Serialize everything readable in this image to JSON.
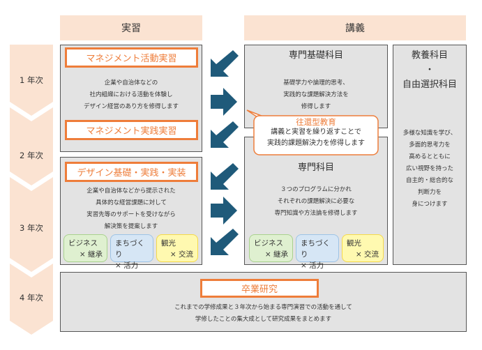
{
  "headers": {
    "practice": "実習",
    "lecture": "講義"
  },
  "years": [
    "1 年次",
    "2 年次",
    "3 年次",
    "4 年次"
  ],
  "practice": {
    "mgmt_activity": {
      "title": "マネジメント活動実習",
      "desc": [
        "企業や自治体などの",
        "社内組織における活動を体験し",
        "デザイン経営のあり方を修得します"
      ]
    },
    "mgmt_practice": {
      "title": "マネジメント実践実習"
    },
    "design": {
      "title": "デザイン基礎・実践・実装",
      "desc": [
        "企業や自治体などから提示された",
        "具体的な経営課題に対して",
        "実習先等のサポートを受けながら",
        "解決策を提案します"
      ]
    },
    "tags": [
      {
        "line1": "ビジネス",
        "line2": "× 継承"
      },
      {
        "line1": "まちづくり",
        "line2": "× 活力"
      },
      {
        "line1": "観光",
        "line2": "× 交流"
      }
    ]
  },
  "lecture": {
    "basic": {
      "title": "専門基礎科目",
      "desc": [
        "基礎学力や論理的思考、",
        "実践的な課題解決方法を",
        "修得します"
      ]
    },
    "callout": {
      "title": "往還型教育",
      "lines": [
        "講義と実習を繰り返すことで",
        "実践的課題解決力を修得します"
      ]
    },
    "specialized": {
      "title": "専門科目",
      "desc": [
        "３つのプログラムに分かれ",
        "それぞれの課題解決に必要な",
        "専門知識や方法論を修得します"
      ]
    },
    "tags": [
      {
        "line1": "ビジネス",
        "line2": "× 継承"
      },
      {
        "line1": "まちづくり",
        "line2": "× 活力"
      },
      {
        "line1": "観光",
        "line2": "× 交流"
      }
    ],
    "liberal": {
      "title1": "教養科目",
      "dot": "・",
      "title2": "自由選択科目",
      "desc": [
        "多様な知識を学び、",
        "多面的思考力を",
        "高めるとともに",
        "広い視野を持った",
        "自主的・総合的な",
        "判断力を",
        "身につけます"
      ]
    }
  },
  "graduation": {
    "title": "卒業研究",
    "desc": [
      "これまでの学修成果と３年次から始まる専門演習での活動を通して",
      "学修したことの集大成として研究成果をまとめます"
    ]
  },
  "colors": {
    "orange": "#ee7d3a",
    "arrow": "#1f5a7a",
    "chevron": "#fbe3d2",
    "header": "#fbe3d2",
    "panel": "#e3e3e3"
  }
}
